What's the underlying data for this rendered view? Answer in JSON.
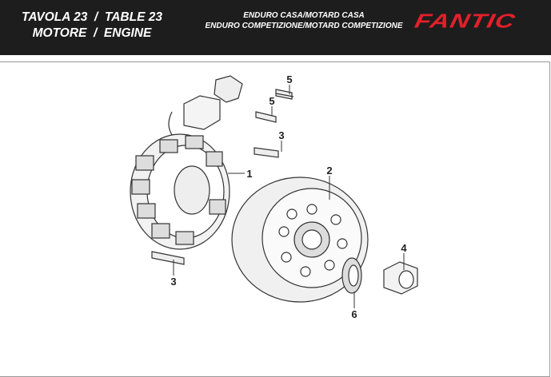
{
  "header": {
    "title_line1": "TAVOLA 23  /  TABLE 23",
    "title_line2": "MOTORE  /  ENGINE",
    "models_line1": "ENDURO CASA/MOTARD CASA",
    "models_line2": "ENDURO COMPETIZIONE/MOTARD COMPETIZIONE",
    "brand": "FANTIC",
    "brand_color": "#e3202a"
  },
  "callouts": [
    {
      "label": "5",
      "part": "screw-upper"
    },
    {
      "label": "5",
      "part": "screw-lower"
    },
    {
      "label": "3",
      "part": "stator-screw-top"
    },
    {
      "label": "1",
      "part": "stator"
    },
    {
      "label": "2",
      "part": "flywheel"
    },
    {
      "label": "4",
      "part": "nut"
    },
    {
      "label": "3",
      "part": "stator-screw-bottom"
    },
    {
      "label": "6",
      "part": "washer"
    }
  ]
}
